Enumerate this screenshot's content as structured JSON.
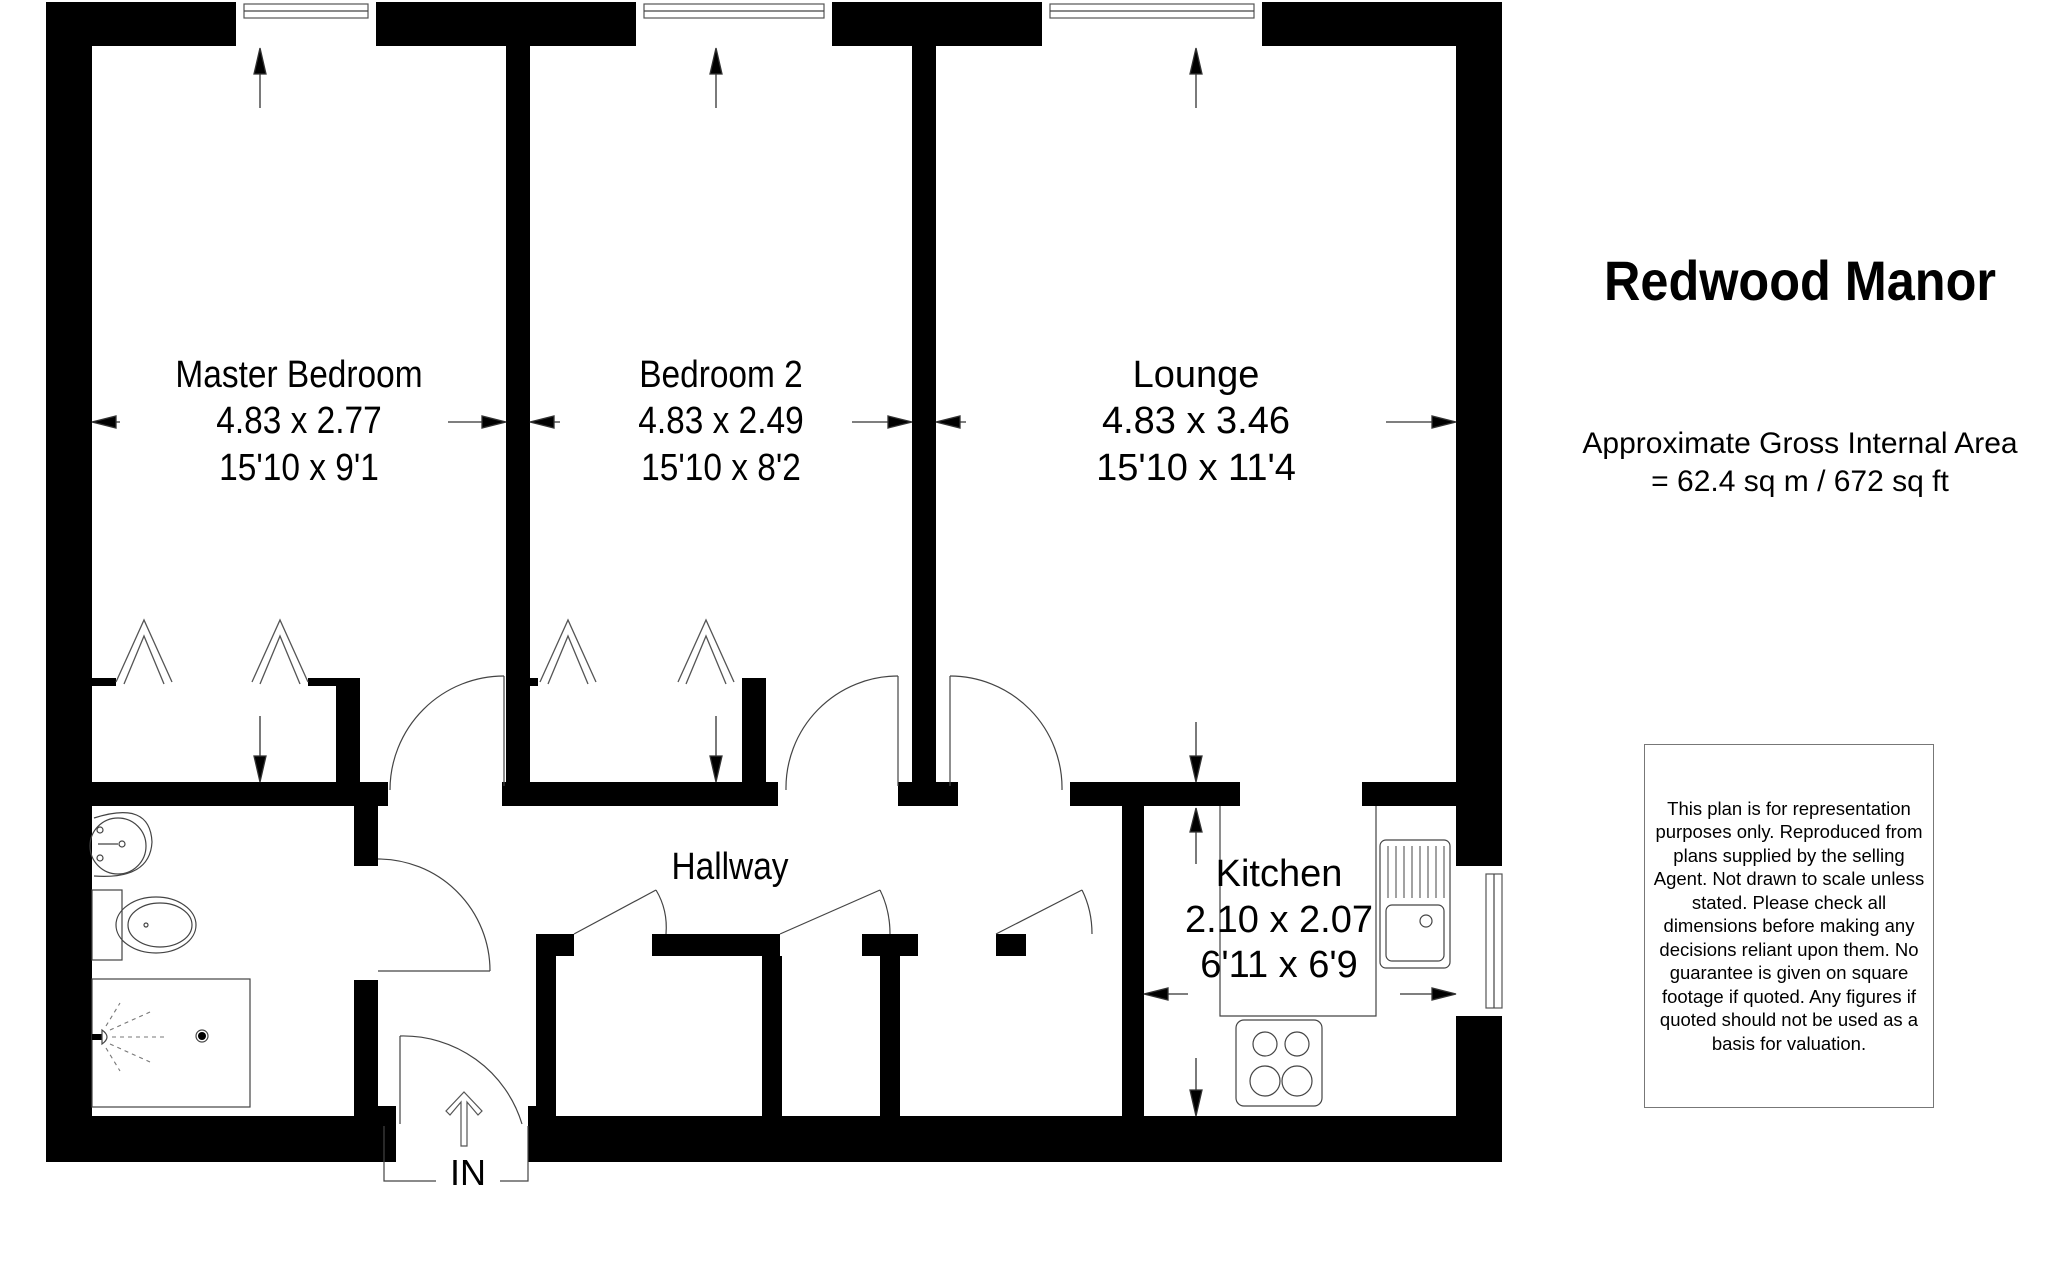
{
  "header": {
    "property_name": "Redwood Manor",
    "gia_line1": "Approximate Gross Internal Area",
    "gia_line2": "= 62.4 sq m / 672 sq ft"
  },
  "disclaimer": {
    "text": "This plan is for representation purposes only. Reproduced from plans supplied by the selling Agent. Not drawn to scale unless stated. Please check all dimensions before making any decisions reliant upon them. No guarantee is given on square footage if quoted. Any figures if quoted should not be used as a basis for valuation."
  },
  "rooms": [
    {
      "name": "Master Bedroom",
      "metric": "4.83 x 2.77",
      "imperial": "15'10 x 9'1"
    },
    {
      "name": "Bedroom 2",
      "metric": "4.83 x 2.49",
      "imperial": "15'10 x 8'2"
    },
    {
      "name": "Lounge",
      "metric": "4.83 x 3.46",
      "imperial": "15'10 x 11'4"
    },
    {
      "name": "Kitchen",
      "metric": "2.10 x 2.07",
      "imperial": "6'11 x 6'9"
    },
    {
      "name": "Hallway"
    }
  ],
  "entrance": {
    "label": "IN"
  },
  "fixtures": [
    "wash-basin",
    "toilet",
    "shower",
    "kitchen-sink",
    "hob",
    "fitted-wardrobes",
    "storage-cupboards"
  ],
  "colors": {
    "wall": "#000000",
    "background": "#ffffff",
    "line": "#444444"
  }
}
